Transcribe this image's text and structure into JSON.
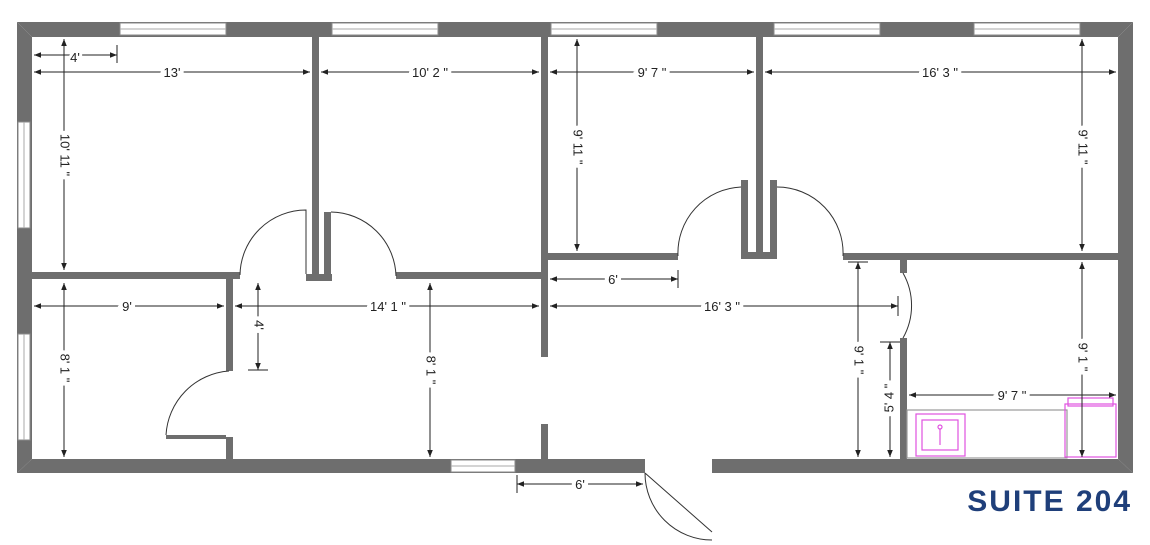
{
  "title": "SUITE 204",
  "colors": {
    "wall": "#6e6e6e",
    "title": "#1f3f7a",
    "fixture": "#e052e0",
    "dimension": "#222222"
  },
  "dimensions": {
    "d_4ft_top": "4'",
    "d_13": "13'",
    "d_10_2": "10' 2 \"",
    "d_9_7_top": "9' 7 \"",
    "d_16_3_top": "16' 3 \"",
    "d_10_11": "10' 11 \"",
    "d_9_11_mid": "9' 11 \"",
    "d_9_11_right": "9' 11 \"",
    "d_9": "9'",
    "d_4_vert": "4'",
    "d_14_1": "14' 1 \"",
    "d_16_3_mid": "16' 3 \"",
    "d_6_mid": "6'",
    "d_8_1_left": "8' 1 \"",
    "d_8_1_center": "8' 1 \"",
    "d_9_1_mid": "9' 1 \"",
    "d_9_1_right": "9' 1 \"",
    "d_5_4": "5' 4 \"",
    "d_9_7_lower": "9' 7 \"",
    "d_6_bottom": "6'"
  }
}
